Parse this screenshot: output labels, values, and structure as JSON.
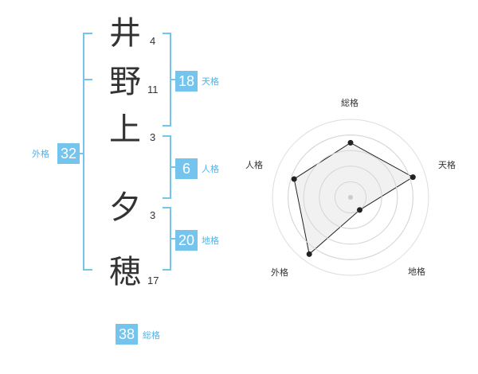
{
  "name_chars": [
    {
      "char": "井",
      "strokes": "4"
    },
    {
      "char": "野",
      "strokes": "11"
    },
    {
      "char": "上",
      "strokes": "3"
    },
    {
      "char": "夕",
      "strokes": "3"
    },
    {
      "char": "穂",
      "strokes": "17"
    }
  ],
  "fortune": {
    "tenkaku": {
      "value": "18",
      "label": "天格"
    },
    "jinkaku": {
      "value": "6",
      "label": "人格"
    },
    "chikaku": {
      "value": "20",
      "label": "地格"
    },
    "gaikaku": {
      "value": "32",
      "label": "外格"
    },
    "soukaku": {
      "value": "38",
      "label": "総格"
    }
  },
  "colors": {
    "accent": "#74c4ee",
    "accent_text": "#52b3e6",
    "text": "#333333",
    "radar_fill": "#eeeeee",
    "radar_grid": "#dddddd"
  },
  "chart_data": {
    "type": "radar",
    "axes": [
      "総格",
      "天格",
      "地格",
      "外格",
      "人格"
    ],
    "max": 5,
    "values": [
      3.5,
      4.2,
      1.0,
      4.5,
      3.8
    ]
  }
}
